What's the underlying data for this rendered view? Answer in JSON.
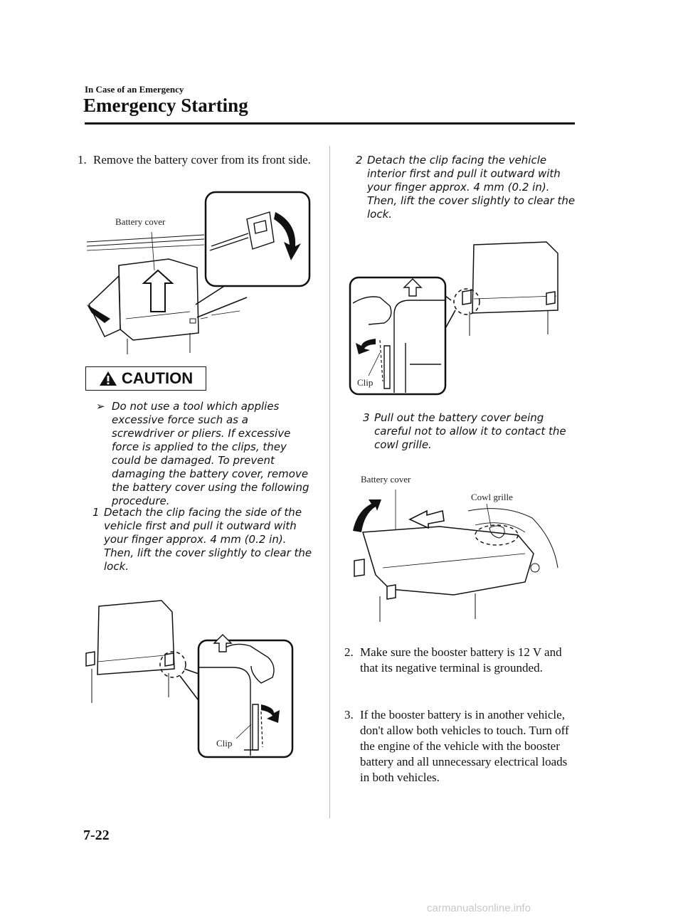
{
  "header": {
    "section": "In Case of an Emergency",
    "title": "Emergency Starting"
  },
  "left": {
    "step1": {
      "num": "1.",
      "text": "Remove the battery cover from its front side."
    },
    "fig1": {
      "label": "Battery cover"
    },
    "caution": {
      "heading": "CAUTION",
      "bullet": "Do not use a tool which applies excessive force such as a screwdriver or pliers. If excessive force is applied to the clips, they could be damaged. To prevent damaging the battery cover, remove the battery cover using the following procedure."
    },
    "sub1": {
      "num": "1",
      "text": "Detach the clip facing the side of the vehicle first and pull it outward with your finger approx. 4 mm (0.2 in). Then, lift the cover slightly to clear the lock."
    },
    "fig2": {
      "label": "Clip"
    }
  },
  "right": {
    "sub2": {
      "num": "2",
      "text": "Detach the clip facing the vehicle interior first and pull it outward with your finger approx. 4 mm (0.2 in). Then, lift the cover slightly to clear the lock."
    },
    "fig3": {
      "label": "Clip"
    },
    "sub3": {
      "num": "3",
      "text": "Pull out the battery cover being careful not to allow it to contact the cowl grille."
    },
    "fig4": {
      "label_cover": "Battery cover",
      "label_grille": "Cowl grille"
    },
    "step2": {
      "num": "2.",
      "text": "Make sure the booster battery is 12 V and that its negative terminal is grounded."
    },
    "step3": {
      "num": "3.",
      "text": "If the booster battery is in another vehicle, don't allow both vehicles to touch. Turn off the engine of the vehicle with the booster battery and all unnecessary electrical loads in both vehicles."
    }
  },
  "footer": {
    "page_number": "7-22",
    "watermark": "carmanualsonline.info"
  }
}
